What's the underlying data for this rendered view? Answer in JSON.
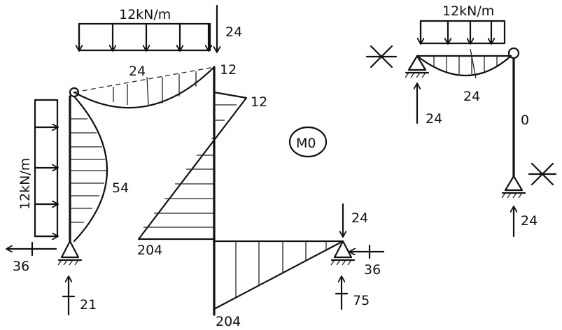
{
  "diagram": {
    "labels": {
      "load_top_main": "12kN/m",
      "load_top_right": "12kN/m",
      "load_left": "12kN/m",
      "force_top_24": "24",
      "beam_mid_24": "24",
      "beam_end_12": "12",
      "right_col_12": "12",
      "left_col_54": "54",
      "mid_204": "204",
      "bottom_204": "204",
      "reaction_left_h_36": "36",
      "reaction_left_v_21": "21",
      "reaction_right_h_36": "36",
      "reaction_right_v_75": "75",
      "load_right_24": "24",
      "diagram_tag": "M0",
      "sub_beam_24": "24",
      "sub_reaction_24": "24",
      "sub_col_0": "0",
      "sub_reaction_bottom_24": "24"
    }
  }
}
